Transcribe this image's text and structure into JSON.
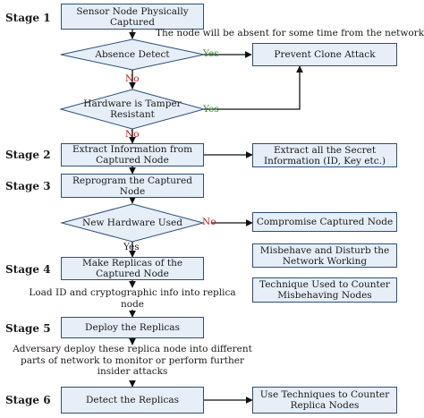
{
  "stages": [
    "Stage 1",
    "Stage 2",
    "Stage 3",
    "Stage 4",
    "Stage 5",
    "Stage 6"
  ],
  "nodes": {
    "sensor_captured": "Sensor Node Physically Captured",
    "absence_detect": "Absence Detect",
    "tamper_resistant": "Hardware is Tamper Resistant",
    "extract_info": "Extract Information from Captured Node",
    "reprogram": "Reprogram the Captured Node",
    "new_hardware": "New Hardware Used",
    "make_replicas": "Make Replicas of the Captured Node",
    "deploy_replicas": "Deploy the Replicas",
    "detect_replicas": "Detect the Replicas",
    "prevent_clone": "Prevent Clone Attack",
    "extract_secret": "Extract all the Secret Information (ID, Key etc.)",
    "compromise": "Compromise Captured Node",
    "misbehave": "Misbehave and Disturb the Network Working",
    "technique_counter": "Technique Used to Counter Misbehaving Nodes",
    "use_techniques": "Use Techniques to Counter Replica Nodes"
  },
  "notes": {
    "absent": "The node will be absent for some time from the network",
    "load_id": "Load ID and cryptographic info into replica node",
    "adversary": "Adversary deploy these replica node into different parts of network to monitor or perform further insider attacks"
  },
  "edge_labels": {
    "yes": "Yes",
    "no": "No"
  }
}
